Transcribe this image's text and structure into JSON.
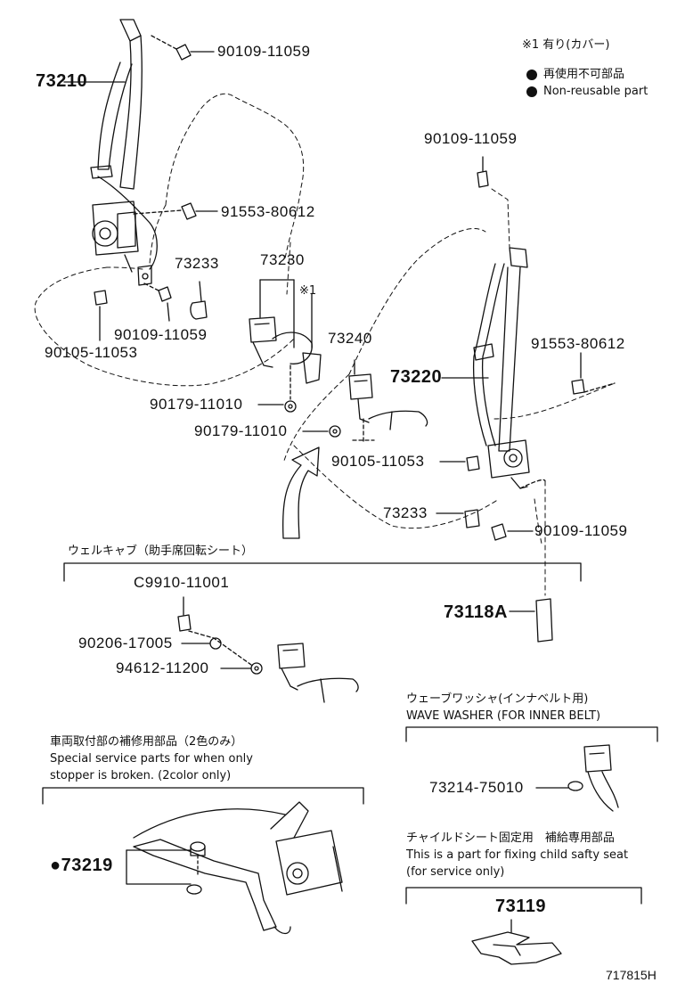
{
  "legend": {
    "note1": "※1 有り(カバー)",
    "non_reusable_jp": "再使用不可部品",
    "non_reusable_en": "Non-reusable part"
  },
  "parts": {
    "p73210": "73210",
    "p90109_top": "90109-11059",
    "p91553_left": "91553-80612",
    "p73233_left": "73233",
    "p73230": "73230",
    "note_mark1": "※1",
    "p90109_left": "90109-11059",
    "p90105_left": "90105-11053",
    "p90179_a": "90179-11010",
    "p90179_b": "90179-11010",
    "p73240": "73240",
    "p90109_right_top": "90109-11059",
    "p91553_right": "91553-80612",
    "p73220": "73220",
    "p90105_right": "90105-11053",
    "p73233_right": "73233",
    "p90109_right_bottom": "90109-11059",
    "p73118A": "73118A",
    "pC9910": "C9910-11001",
    "p90206": "90206-17005",
    "p94612": "94612-11200",
    "p73214": "73214-75010",
    "p73219": "●73219",
    "p73119": "73119"
  },
  "sections": {
    "welcab": "ウェルキャブ（助手席回転シート）",
    "wave_jp": "ウェーブワッシャ(インナベルト用)",
    "wave_en": "WAVE WASHER (FOR INNER BELT)",
    "special_jp": "車両取付部の補修用部品（2色のみ）",
    "special_en1": "Special service parts for when only",
    "special_en2": "stopper is broken. (2color only)",
    "child_jp": "チャイルドシート固定用　補給専用部品",
    "child_en1": "This is a part for fixing child safty seat",
    "child_en2": "(for service only)"
  },
  "ref_code": "717815H"
}
